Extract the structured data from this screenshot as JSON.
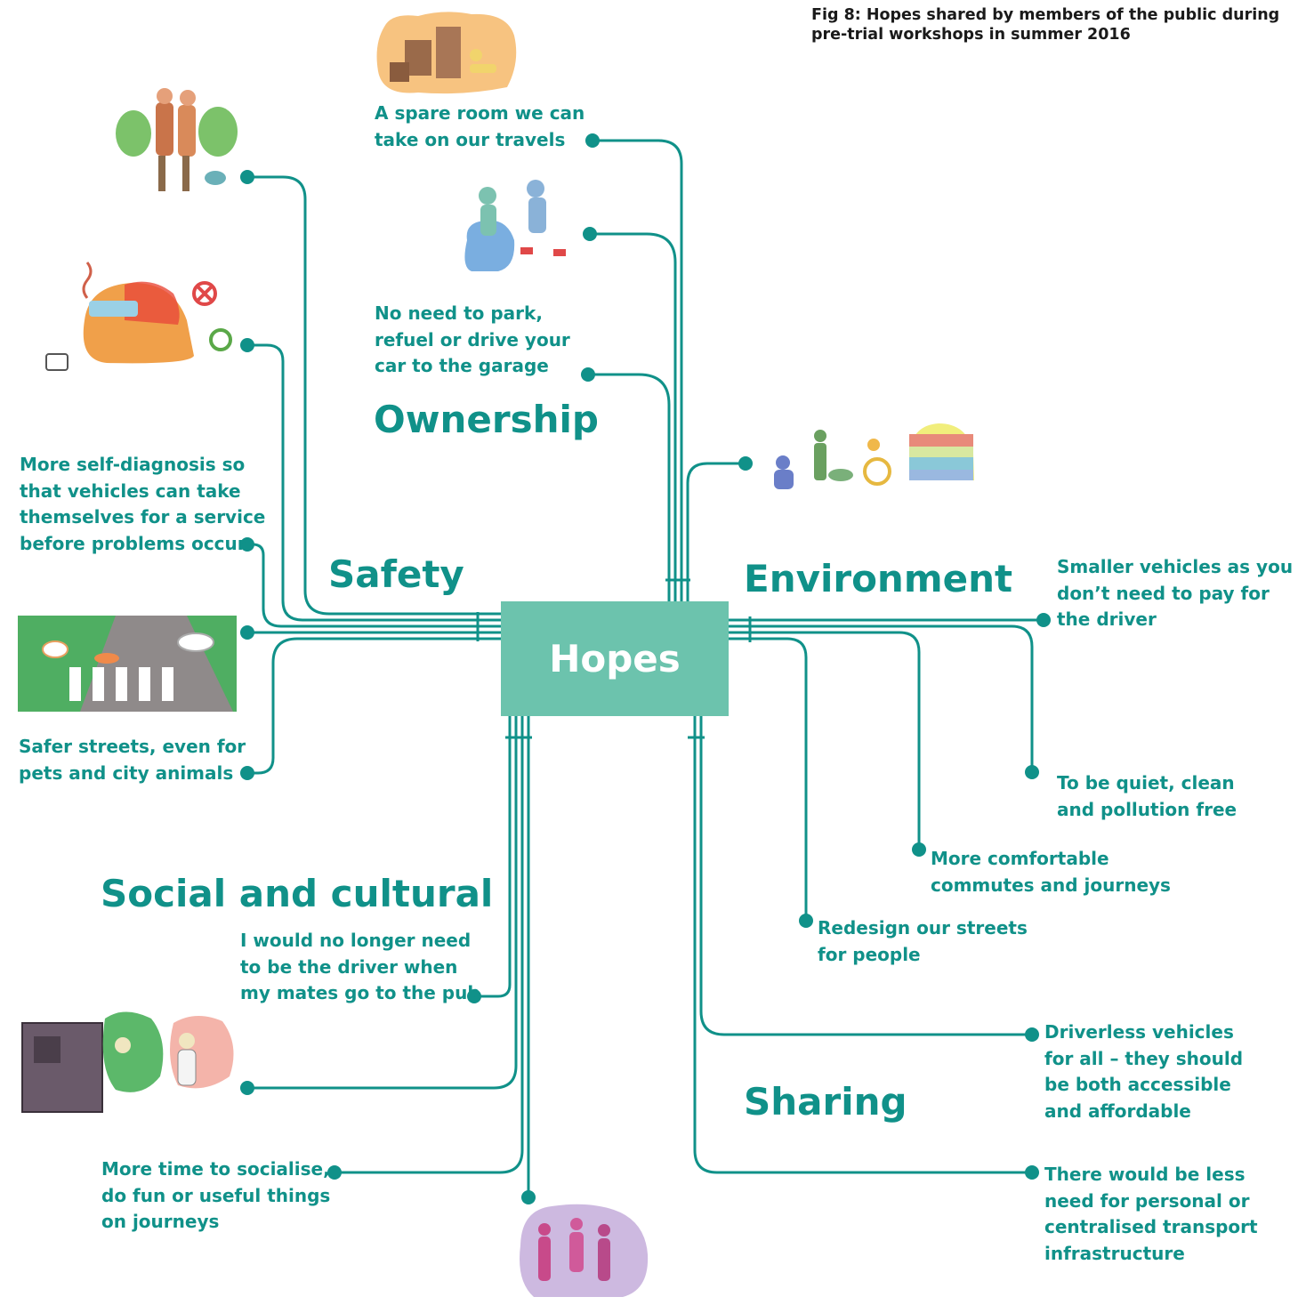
{
  "caption": "Fig 8: Hopes shared by members of the public during pre-trial workshops in summer 2016",
  "hub": "Hopes",
  "categories": {
    "ownership": "Ownership",
    "safety": "Safety",
    "environment": "Environment",
    "social": "Social and cultural",
    "sharing": "Sharing"
  },
  "hopes": {
    "spare_room": "A spare room we can\ntake on our travels",
    "no_park": "No need to park,\nrefuel or drive your\ncar to the garage",
    "self_diagnosis": "More self-diagnosis so\nthat vehicles can take\nthemselves for a service\nbefore problems occur",
    "safer_streets": "Safer streets, even for\npets and city animals",
    "smaller_vehicles": "Smaller vehicles as you\ndon’t need to pay for\nthe driver",
    "quiet_clean": "To be quiet, clean\nand pollution free",
    "comfortable": "More comfortable\ncommutes and journeys",
    "redesign": "Redesign our streets\nfor people",
    "no_driver": "I would no longer need\nto be the driver when\nmy mates go to the pub",
    "socialise": "More time to socialise,\ndo fun or useful things\non journeys",
    "driverless_all": "Driverless vehicles\nfor all – they should\nbe both accessible\nand affordable",
    "less_infra": "There would be less\nneed for personal or\ncentralised transport\ninfrastructure"
  },
  "colors": {
    "teal": "#109189",
    "hub": "#6cc3ad"
  },
  "illustrations": [
    "living-room-illustration",
    "couple-walking-illustration",
    "jumping-people-illustration",
    "broken-car-illustration",
    "accessible-people-illustration",
    "pets-crossing-illustration",
    "designated-driver-illustration",
    "group-friends-illustration"
  ]
}
